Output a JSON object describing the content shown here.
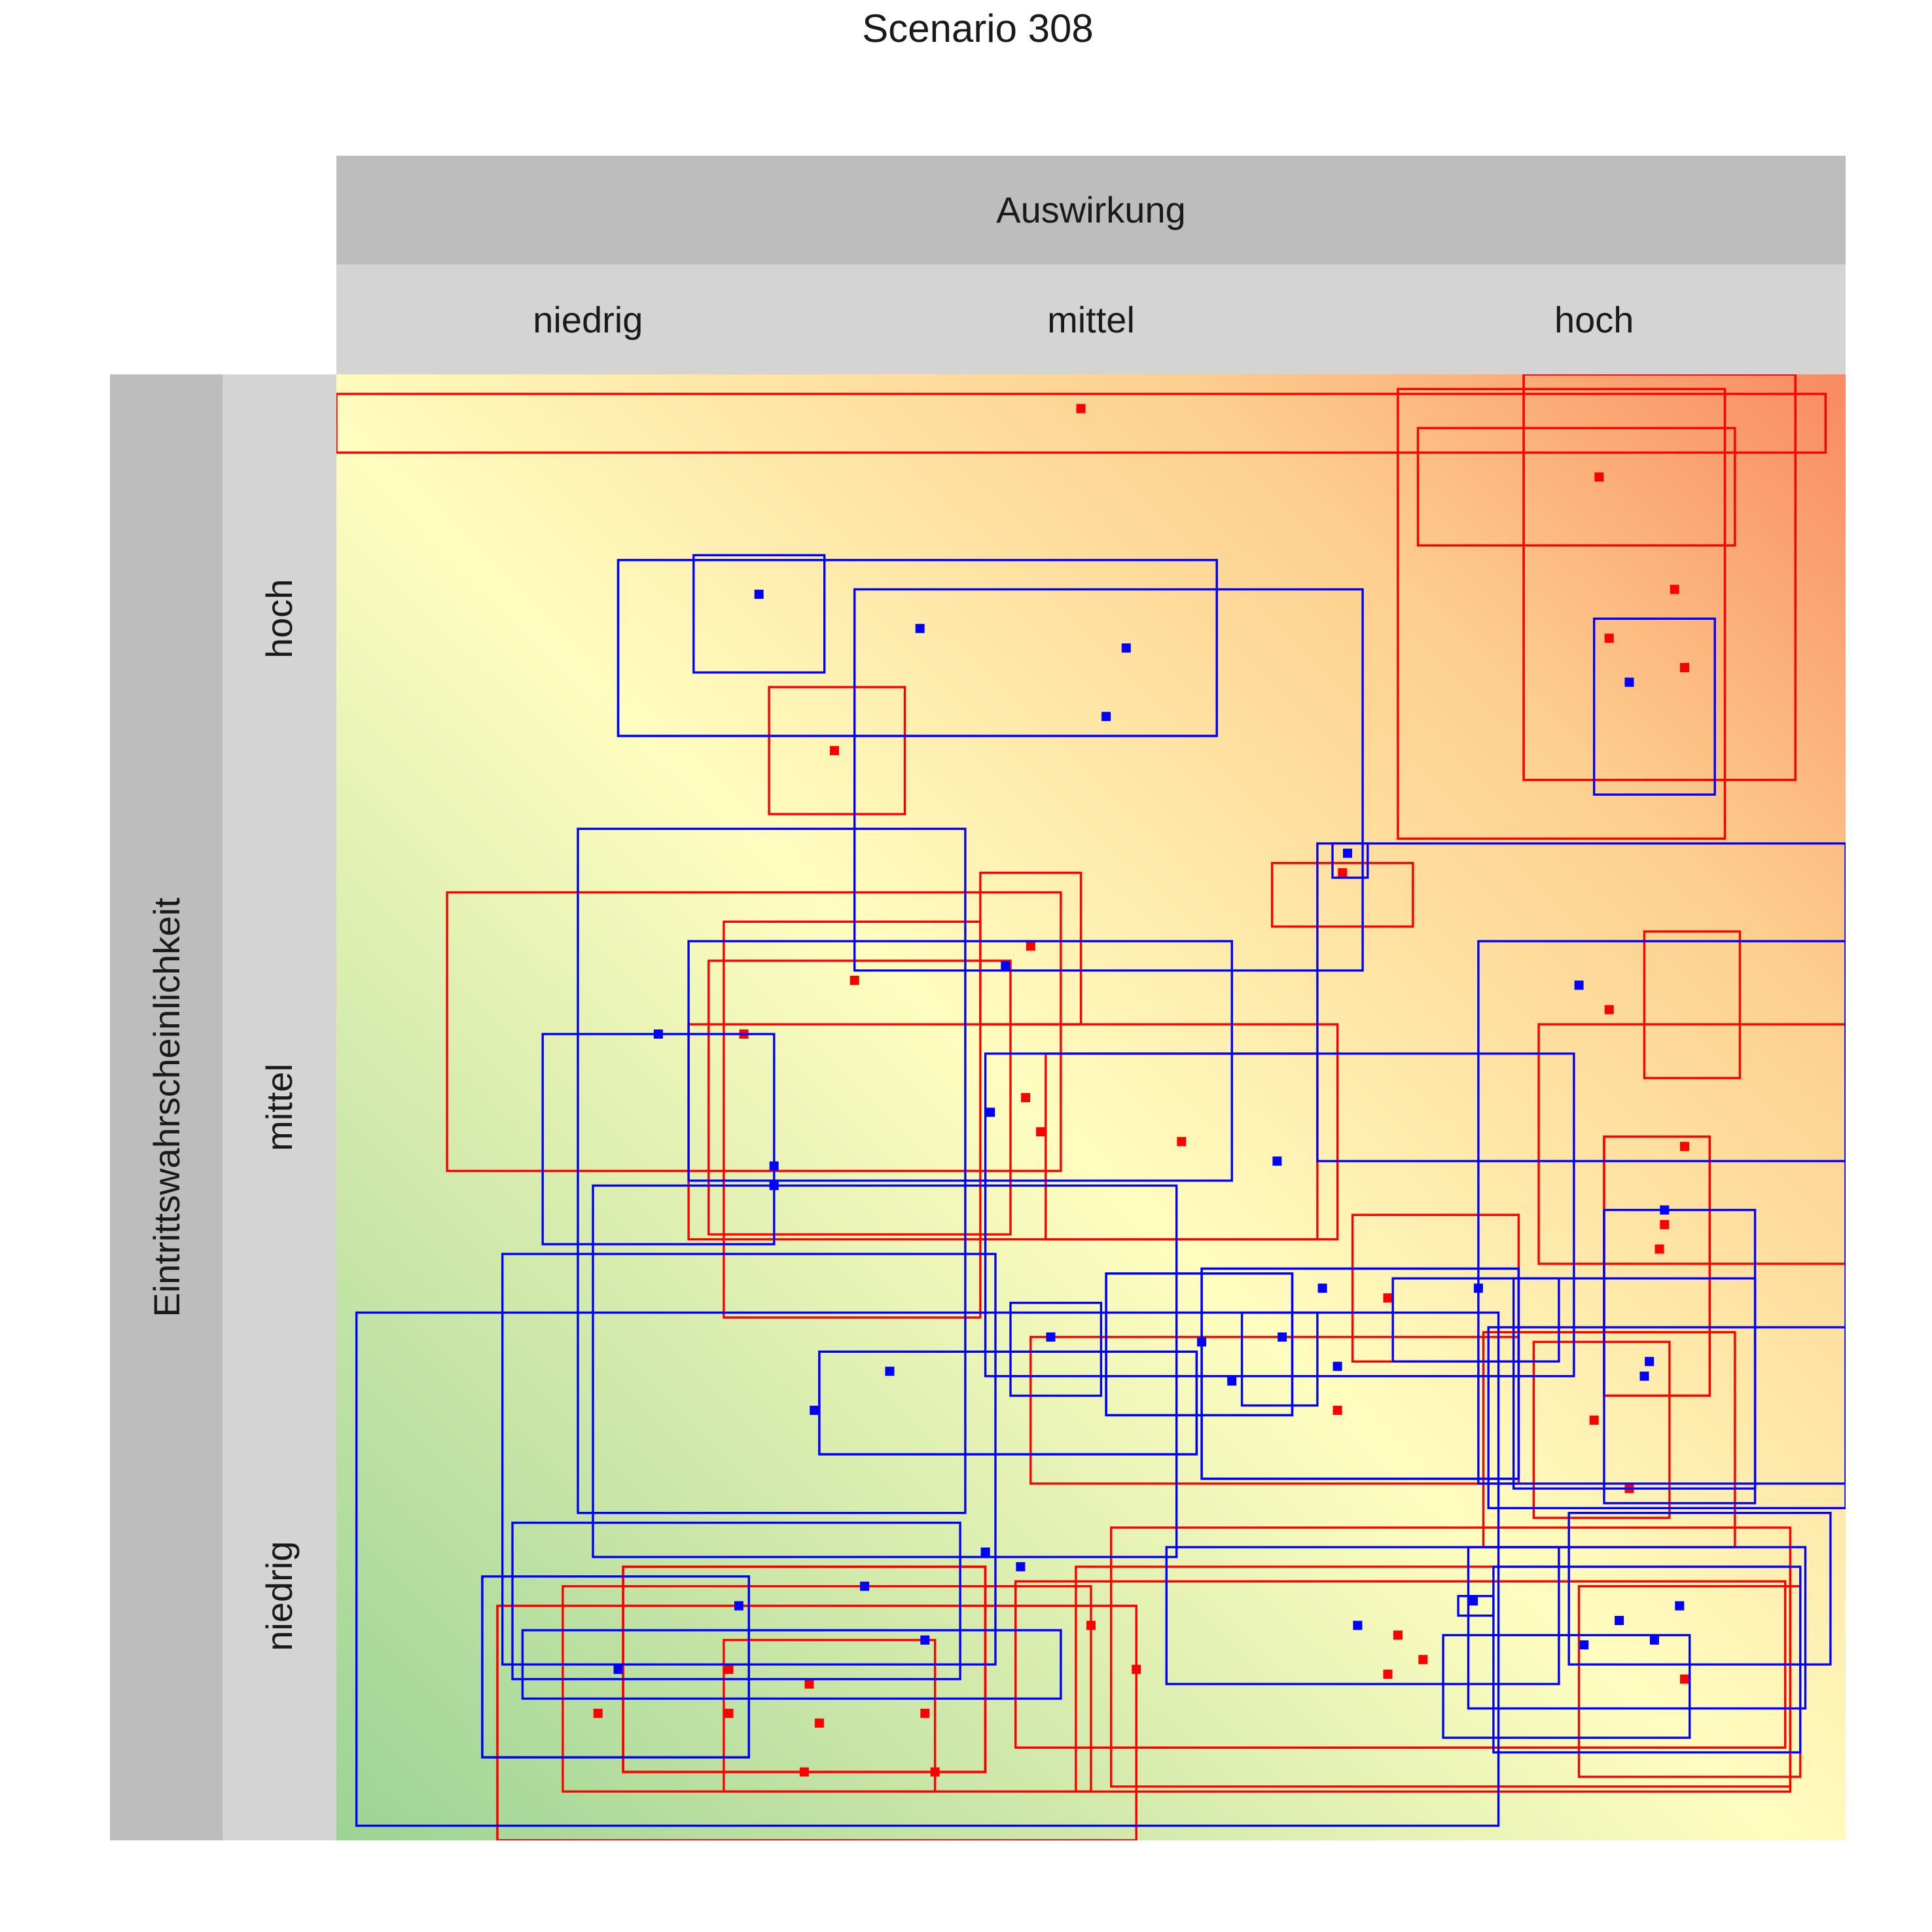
{
  "chart_data": {
    "type": "scatter",
    "title": "Scenario 308",
    "xlabel": "Auswirkung",
    "ylabel": "Eintrittswahrscheinlichkeit",
    "x_categories": [
      "niedrig",
      "mittel",
      "hoch"
    ],
    "y_categories": [
      "niedrig",
      "mittel",
      "hoch"
    ],
    "xlim": [
      0,
      3
    ],
    "ylim": [
      0,
      3
    ],
    "grid": false,
    "legend": "none",
    "background": "gradient green (low/low) → yellow → red (high/high)",
    "colors": {
      "red": "#ff0000",
      "blue": "#0000ff",
      "green": "#9cd394",
      "yellow": "#fffdc0",
      "orange": "#fdcf8e",
      "redhot": "#f98a61",
      "strip_dark": "#bdbdbd",
      "strip_light": "#d4d4d4"
    },
    "series": [
      {
        "color": "red",
        "items": [
          {
            "x": 1.48,
            "y": 2.93,
            "box": [
              0.0,
              2.96,
              2.96,
              2.84
            ]
          },
          {
            "x": 2.51,
            "y": 2.79,
            "box": [
              2.15,
              2.78,
              2.89,
              2.65
            ]
          },
          {
            "x": 2.53,
            "y": 2.46,
            "box": [
              2.36,
              2.9,
              3.0,
              2.17
            ]
          },
          {
            "x": 2.66,
            "y": 2.56,
            "box": [
              2.11,
              2.76,
              2.97,
              2.05
            ]
          },
          {
            "x": 2.68,
            "y": 2.4,
            "box": [
              2.36,
              2.9,
              3.0,
              2.17
            ]
          },
          {
            "x": 0.99,
            "y": 2.23,
            "box": [
              0.86,
              1.13,
              2.36,
              2.1
            ]
          },
          {
            "x": 2.0,
            "y": 1.98,
            "box": [
              1.86,
              2.14,
              2.0,
              1.87
            ]
          },
          {
            "x": 0.81,
            "y": 1.65,
            "box": [
              0.22,
              1.44,
              1.94,
              1.37
            ]
          },
          {
            "x": 1.38,
            "y": 1.83,
            "box": [
              1.28,
              1.48,
              1.98,
              1.67
            ]
          },
          {
            "x": 1.03,
            "y": 1.76,
            "box": [
              0.77,
              1.28,
              1.88,
              1.07
            ]
          },
          {
            "x": 1.37,
            "y": 1.52,
            "box": [
              0.74,
              1.34,
              1.8,
              1.24
            ]
          },
          {
            "x": 1.4,
            "y": 1.45,
            "box": [
              0.7,
              1.99,
              1.67,
              1.23
            ]
          },
          {
            "x": 1.68,
            "y": 1.43,
            "box": [
              1.41,
              1.95,
              1.61,
              1.23
            ]
          },
          {
            "x": 2.53,
            "y": 1.7,
            "box": [
              2.6,
              2.79,
              1.86,
              1.56
            ]
          },
          {
            "x": 2.68,
            "y": 1.42,
            "box": [
              2.39,
              3.0,
              1.67,
              1.18
            ]
          },
          {
            "x": 2.64,
            "y": 1.26,
            "box": [
              2.52,
              2.73,
              1.44,
              0.91
            ]
          },
          {
            "x": 2.63,
            "y": 1.21,
            "box": [
              2.52,
              2.73,
              1.44,
              0.91
            ]
          },
          {
            "x": 2.09,
            "y": 1.11,
            "box": [
              2.02,
              2.35,
              1.28,
              0.98
            ]
          },
          {
            "x": 1.99,
            "y": 0.88,
            "box": [
              1.38,
              2.35,
              1.03,
              0.73
            ]
          },
          {
            "x": 2.5,
            "y": 0.86,
            "box": [
              2.38,
              2.65,
              1.02,
              0.66
            ]
          },
          {
            "x": 2.57,
            "y": 0.72,
            "box": [
              2.28,
              2.78,
              1.04,
              0.6
            ]
          },
          {
            "x": 1.5,
            "y": 0.44,
            "box": [
              1.54,
              2.89,
              0.64,
              0.11
            ]
          },
          {
            "x": 1.59,
            "y": 0.35,
            "box": [
              1.47,
              2.89,
              0.56,
              0.1
            ]
          },
          {
            "x": 2.11,
            "y": 0.42,
            "box": [
              1.35,
              2.88,
              0.53,
              0.19
            ]
          },
          {
            "x": 2.16,
            "y": 0.37,
            "box": [
              1.35,
              2.88,
              0.53,
              0.19
            ]
          },
          {
            "x": 2.09,
            "y": 0.34,
            "box": [
              1.35,
              2.88,
              0.53,
              0.19
            ]
          },
          {
            "x": 2.68,
            "y": 0.33,
            "box": [
              2.47,
              2.91,
              0.52,
              0.13
            ]
          },
          {
            "x": 0.52,
            "y": 0.26,
            "box": [
              0.57,
              1.29,
              0.56,
              0.14
            ]
          },
          {
            "x": 0.94,
            "y": 0.32,
            "box": [
              0.32,
              1.59,
              0.48,
              0.0
            ]
          },
          {
            "x": 0.96,
            "y": 0.24,
            "box": [
              0.57,
              1.29,
              0.56,
              0.14
            ]
          },
          {
            "x": 0.78,
            "y": 0.26,
            "box": [
              0.57,
              1.29,
              0.56,
              0.14
            ]
          },
          {
            "x": 0.93,
            "y": 0.14,
            "box": [
              0.57,
              1.29,
              0.56,
              0.14
            ]
          },
          {
            "x": 0.78,
            "y": 0.35,
            "box": [
              0.45,
              1.5,
              0.52,
              0.1
            ]
          },
          {
            "x": 1.19,
            "y": 0.14,
            "box": [
              0.77,
              1.19,
              0.41,
              0.1
            ]
          },
          {
            "x": 1.17,
            "y": 0.26,
            "box": [
              0.32,
              1.59,
              0.48,
              0.0
            ]
          }
        ]
      },
      {
        "color": "blue",
        "items": [
          {
            "x": 0.84,
            "y": 2.55,
            "box": [
              0.71,
              0.97,
              2.63,
              2.39
            ]
          },
          {
            "x": 1.16,
            "y": 2.48,
            "box": [
              0.56,
              1.75,
              2.62,
              2.26
            ]
          },
          {
            "x": 1.57,
            "y": 2.44,
            "box": [
              0.56,
              1.75,
              2.62,
              2.26
            ]
          },
          {
            "x": 1.53,
            "y": 2.3,
            "box": [
              1.03,
              2.04,
              2.56,
              1.78
            ]
          },
          {
            "x": 2.57,
            "y": 2.37,
            "box": [
              2.5,
              2.74,
              2.5,
              2.14
            ]
          },
          {
            "x": 2.01,
            "y": 2.02,
            "box": [
              1.98,
              2.05,
              2.04,
              1.97
            ]
          },
          {
            "x": 1.33,
            "y": 1.79,
            "box": [
              0.7,
              1.78,
              1.84,
              1.35
            ]
          },
          {
            "x": 0.64,
            "y": 1.65,
            "box": [
              0.41,
              0.87,
              1.65,
              1.22
            ]
          },
          {
            "x": 0.87,
            "y": 1.38,
            "box": [
              0.48,
              1.25,
              2.07,
              0.67
            ]
          },
          {
            "x": 0.87,
            "y": 1.34,
            "box": [
              0.51,
              1.67,
              1.34,
              0.58
            ]
          },
          {
            "x": 1.3,
            "y": 1.49,
            "box": [
              1.29,
              2.46,
              1.61,
              0.95
            ]
          },
          {
            "x": 1.87,
            "y": 1.39,
            "box": [
              1.95,
              3.0,
              2.04,
              1.39
            ]
          },
          {
            "x": 2.47,
            "y": 1.75,
            "box": [
              2.27,
              3.0,
              1.84,
              0.73
            ]
          },
          {
            "x": 2.64,
            "y": 1.29,
            "box": [
              2.52,
              2.82,
              1.29,
              0.69
            ]
          },
          {
            "x": 1.42,
            "y": 1.03,
            "box": [
              1.34,
              1.52,
              1.1,
              0.91
            ]
          },
          {
            "x": 1.72,
            "y": 1.02,
            "box": [
              1.53,
              1.9,
              1.16,
              0.87
            ]
          },
          {
            "x": 1.78,
            "y": 0.94,
            "box": [
              1.53,
              1.9,
              1.16,
              0.87
            ]
          },
          {
            "x": 1.88,
            "y": 1.03,
            "box": [
              1.8,
              1.95,
              1.08,
              0.89
            ]
          },
          {
            "x": 1.99,
            "y": 0.97,
            "box": [
              1.72,
              2.35,
              1.17,
              0.74
            ]
          },
          {
            "x": 1.96,
            "y": 1.13,
            "box": [
              1.72,
              2.35,
              1.17,
              0.74
            ]
          },
          {
            "x": 2.27,
            "y": 1.13,
            "box": [
              2.1,
              2.43,
              1.15,
              0.98
            ]
          },
          {
            "x": 1.1,
            "y": 0.96,
            "box": [
              0.96,
              1.71,
              1.0,
              0.79
            ]
          },
          {
            "x": 0.95,
            "y": 0.88,
            "box": [
              0.96,
              1.71,
              1.0,
              0.79
            ]
          },
          {
            "x": 2.61,
            "y": 0.98,
            "box": [
              2.34,
              2.82,
              1.15,
              0.72
            ]
          },
          {
            "x": 2.6,
            "y": 0.95,
            "box": [
              2.29,
              3.0,
              1.05,
              0.68
            ]
          },
          {
            "x": 1.29,
            "y": 0.59,
            "box": [
              0.04,
              2.31,
              1.08,
              0.03
            ]
          },
          {
            "x": 1.36,
            "y": 0.56,
            "box": [
              0.33,
              1.31,
              1.2,
              0.36
            ]
          },
          {
            "x": 1.05,
            "y": 0.52,
            "box": [
              0.35,
              1.24,
              0.65,
              0.33
            ]
          },
          {
            "x": 0.8,
            "y": 0.48,
            "box": [
              0.29,
              0.82,
              0.54,
              0.17
            ]
          },
          {
            "x": 0.56,
            "y": 0.35,
            "box": [
              0.29,
              0.82,
              0.54,
              0.17
            ]
          },
          {
            "x": 1.17,
            "y": 0.41,
            "box": [
              0.37,
              1.44,
              0.43,
              0.29
            ]
          },
          {
            "x": 2.03,
            "y": 0.44,
            "box": [
              1.65,
              2.43,
              0.6,
              0.32
            ]
          },
          {
            "x": 2.26,
            "y": 0.49,
            "box": [
              2.23,
              2.3,
              0.5,
              0.46
            ]
          },
          {
            "x": 2.48,
            "y": 0.4,
            "box": [
              2.25,
              2.92,
              0.6,
              0.27
            ]
          },
          {
            "x": 2.55,
            "y": 0.45,
            "box": [
              2.3,
              2.91,
              0.56,
              0.18
            ]
          },
          {
            "x": 2.67,
            "y": 0.48,
            "box": [
              2.2,
              2.69,
              0.42,
              0.21
            ]
          },
          {
            "x": 2.62,
            "y": 0.41,
            "box": [
              2.45,
              2.97,
              0.67,
              0.36
            ]
          }
        ]
      }
    ]
  }
}
